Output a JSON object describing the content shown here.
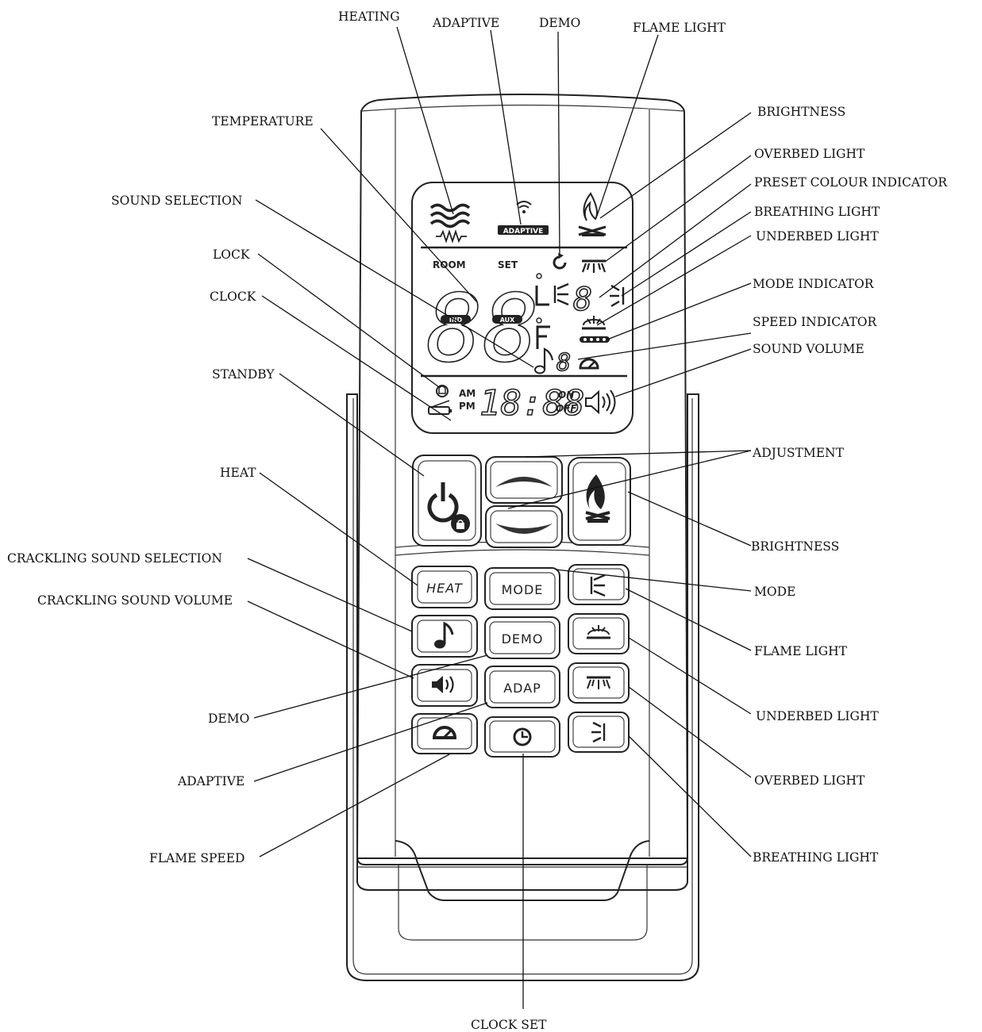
{
  "labels": {
    "heating": "HEATING",
    "adaptive_top": "ADAPTIVE",
    "demo_top": "DEMO",
    "flame_light_top": "FLAME LIGHT",
    "temperature": "TEMPERATURE",
    "brightness_top": "BRIGHTNESS",
    "overbed_light_top": "OVERBED LIGHT",
    "preset_colour_indicator": "PRESET COLOUR INDICATOR",
    "sound_selection": "SOUND SELECTION",
    "breathing_light_top": "BREATHING LIGHT",
    "underbed_light_top": "UNDERBED LIGHT",
    "lock": "LOCK",
    "clock": "CLOCK",
    "mode_indicator": "MODE INDICATOR",
    "speed_indicator": "SPEED INDICATOR",
    "sound_volume": "SOUND VOLUME",
    "standby": "STANDBY",
    "adjustment": "ADJUSTMENT",
    "heat": "HEAT",
    "brightness_bottom": "BRIGHTNESS",
    "crackling_sound_selection": "CRACKLING SOUND SELECTION",
    "mode": "MODE",
    "crackling_sound_volume": "CRACKLING SOUND VOLUME",
    "flame_light_bottom": "FLAME LIGHT",
    "underbed_light_bottom": "UNDERBED LIGHT",
    "demo_bottom": "DEMO",
    "overbed_light_bottom": "OVERBED LIGHT",
    "adaptive_bottom": "ADAPTIVE",
    "flame_speed": "FLAME SPEED",
    "breathing_light_bottom": "BREATHING LIGHT",
    "clock_set": "CLOCK SET"
  },
  "lcd": {
    "adaptive_badge": "ADAPTIVE",
    "room": "ROOM",
    "set": "SET",
    "ind": "IND",
    "aux": "AUX",
    "temp_digits": "88",
    "preset_digit": "8",
    "speed_digit": "8",
    "am": "AM",
    "pm": "PM",
    "clock_digits": "18:88",
    "on": "ON",
    "off": "OFF"
  },
  "buttons": {
    "heat": "HEAT",
    "mode": "MODE",
    "demo": "DEMO",
    "adap": "ADAP"
  },
  "icons": {
    "standby": "power-lock-icon",
    "brightness": "flame-icon",
    "up": "chevron-up-icon",
    "down": "chevron-down-icon",
    "sound_selection": "music-note-icon",
    "sound_volume": "speaker-icon",
    "flame_speed": "speedometer-icon",
    "clock_set": "clock-icon",
    "flame_light": "flame-light-icon",
    "underbed_light": "underbed-light-icon",
    "overbed_light": "overbed-light-icon",
    "breathing_light": "breathing-light-icon"
  },
  "colors": {
    "ink": "#111111",
    "background": "#ffffff"
  }
}
